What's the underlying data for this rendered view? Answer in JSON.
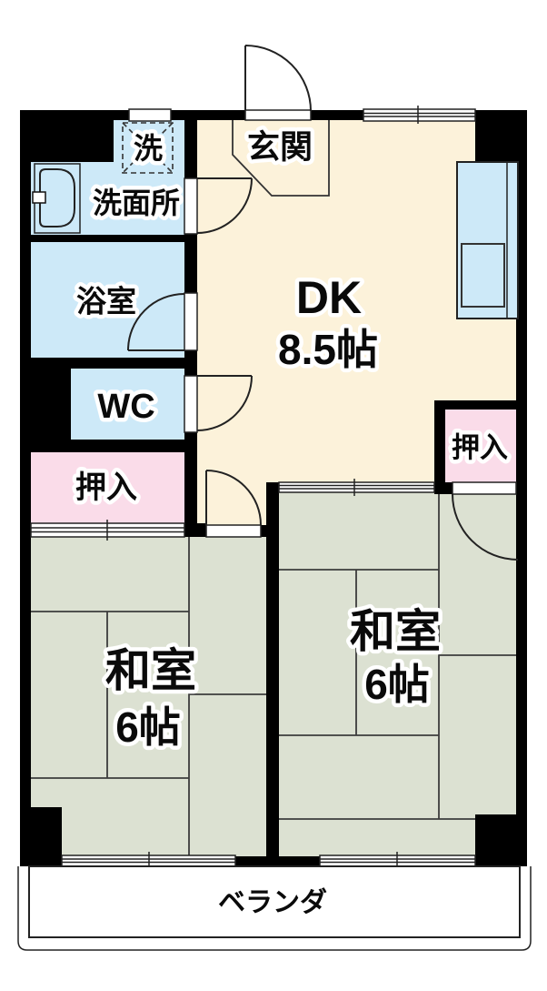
{
  "rooms": {
    "entrance": {
      "label": "玄関"
    },
    "dk": {
      "label": "DK",
      "size": "8.5帖"
    },
    "laundry": {
      "label": "洗"
    },
    "washroom": {
      "label": "洗面所"
    },
    "bathroom": {
      "label": "浴室"
    },
    "wc": {
      "label": "WC"
    },
    "closet_left": {
      "label": "押入"
    },
    "closet_right": {
      "label": "押入"
    },
    "tatami_left": {
      "label": "和室",
      "size": "6帖"
    },
    "tatami_right": {
      "label": "和室",
      "size": "6帖"
    },
    "veranda": {
      "label": "ベランダ"
    }
  },
  "colors": {
    "wall": "#000000",
    "dk": "#fcf2da",
    "water": "#cde9f8",
    "closet": "#fadce9",
    "tatami": "#dce1d2",
    "white": "#ffffff"
  }
}
